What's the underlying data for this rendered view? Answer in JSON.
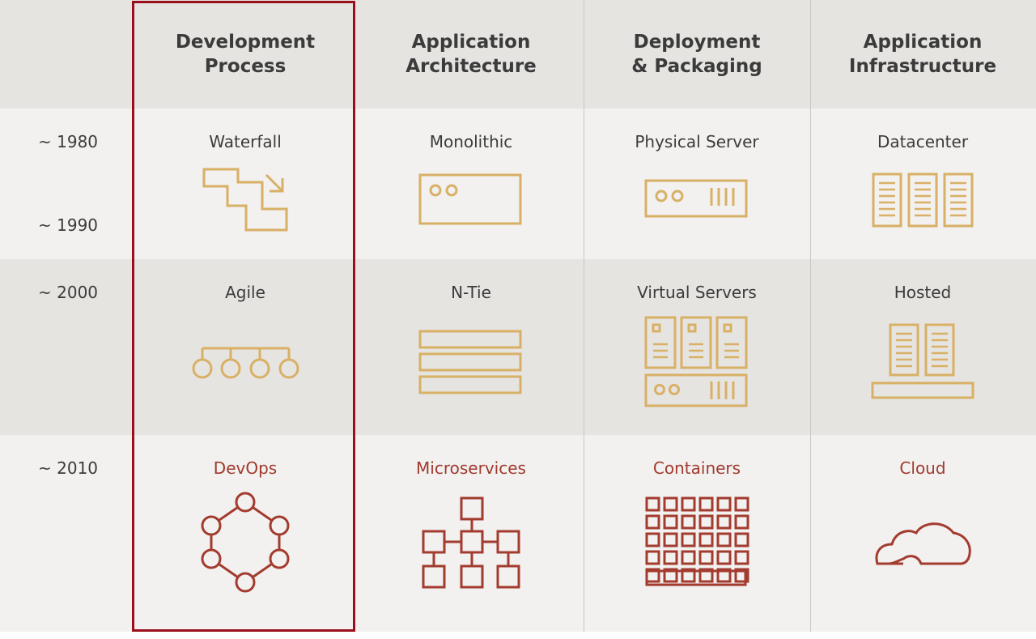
{
  "headers": [
    "Development\nProcess",
    "Application\nArchitecture",
    "Deployment\n& Packaging",
    "Application\nInfrastructure"
  ],
  "eras": [
    "~ 1980",
    "~ 1990",
    "~ 2000",
    "~ 2010"
  ],
  "rows": [
    {
      "cells": [
        "Waterfall",
        "Monolithic",
        "Physical Server",
        "Datacenter"
      ]
    },
    {
      "cells": [
        "Agile",
        "N-Tie",
        "Virtual Servers",
        "Hosted"
      ]
    },
    {
      "cells": [
        "DevOps",
        "Microservices",
        "Containers",
        "Cloud"
      ]
    }
  ],
  "colors": {
    "gold": "#d8b066",
    "red": "#a33b2f",
    "highlight": "#9a0f1c",
    "header_band": "#e6e4e1",
    "light_band": "#f2f1ef"
  },
  "icons": {
    "row1": [
      "waterfall-stairs-icon",
      "monolithic-block-icon",
      "physical-server-icon",
      "datacenter-racks-icon"
    ],
    "row2": [
      "agile-nodes-icon",
      "n-tier-layers-icon",
      "virtual-servers-icon",
      "hosted-racks-icon"
    ],
    "row3": [
      "devops-cycle-icon",
      "microservices-tree-icon",
      "containers-grid-icon",
      "cloud-icon"
    ]
  }
}
